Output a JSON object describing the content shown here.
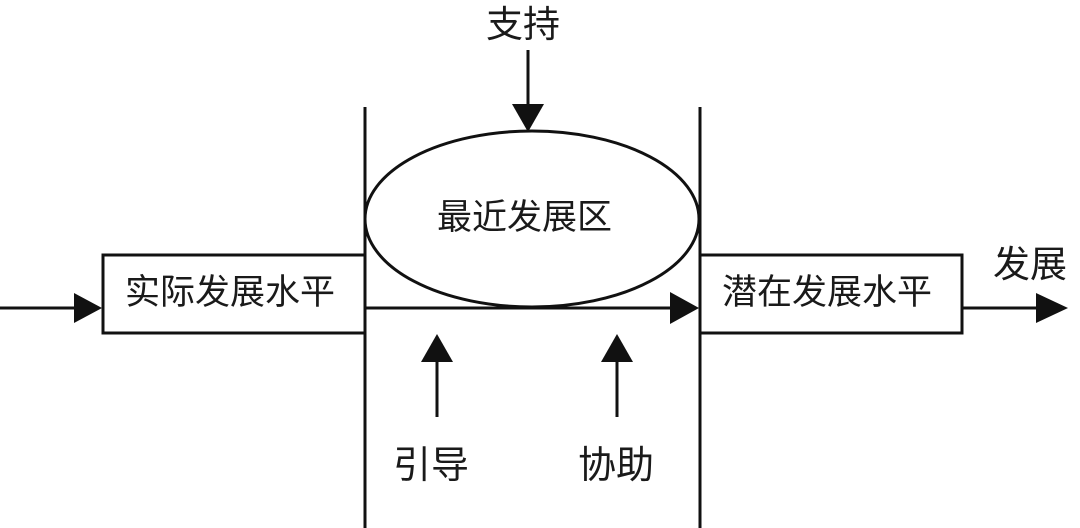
{
  "diagram": {
    "top_label": "支持",
    "zone_label": "最近发展区",
    "actual_level": "实际发展水平",
    "potential_level": "潜在发展水平",
    "output_label": "发展",
    "bottom_left_label": "引导",
    "bottom_right_label": "协助"
  },
  "colors": {
    "stroke": "#111111",
    "background": "#ffffff"
  }
}
